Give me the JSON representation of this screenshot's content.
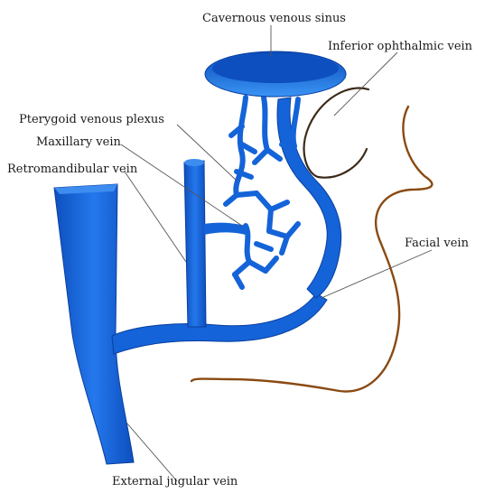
{
  "labels": {
    "cavernous_sinus": "Cavernous venous sinus",
    "inferior_ophthalmic": "Inferior ophthalmic vein",
    "pterygoid_plexus": "Pterygoid venous plexus",
    "maxillary": "Maxillary vein",
    "retromandibular": "Retromandibular vein",
    "facial": "Facial vein",
    "external_jugular": "External jugular vein"
  },
  "colors": {
    "vein_fill": "#1463d8",
    "vein_light": "#3d8cf0",
    "vein_dark": "#0a3f9e",
    "face_outline": "#8a4a12"
  }
}
